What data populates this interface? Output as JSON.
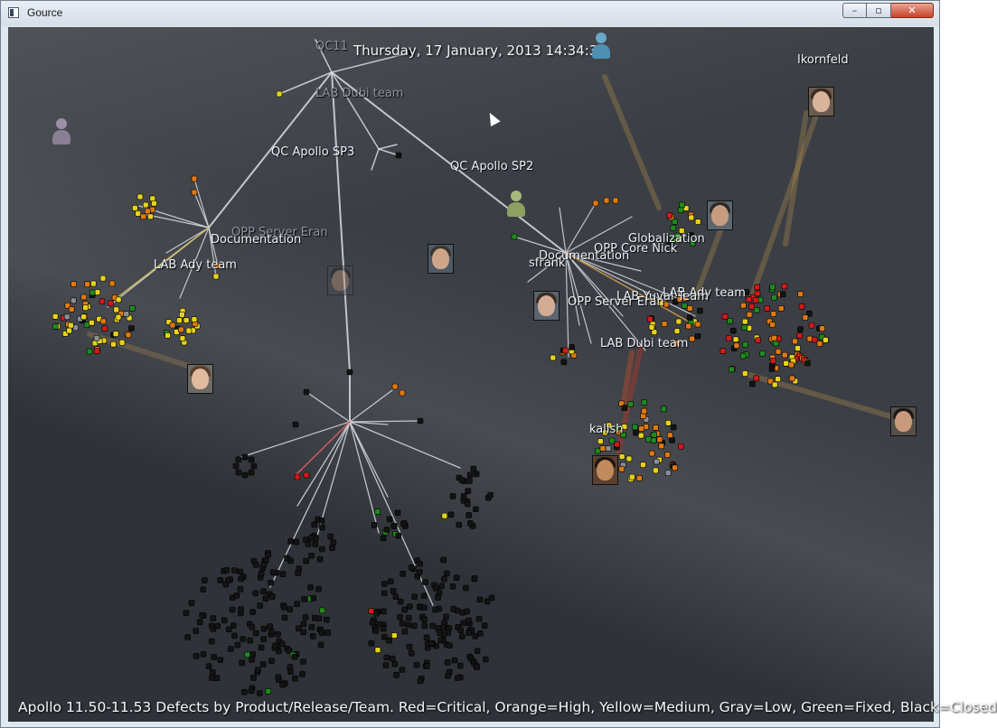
{
  "window": {
    "title": "Gource",
    "controls": {
      "minimize": "–",
      "maximize": "▫",
      "close": "✕"
    }
  },
  "hud": {
    "datetime": "Thursday, 17 January, 2013 14:34:30",
    "caption": "Apollo 11.50-11.53 Defects by Product/Release/Team. Red=Critical, Orange=High, Yellow=Medium, Gray=Low, Green=Fixed, Black=Closed"
  },
  "colors": {
    "critical": "#d11a1a",
    "high": "#e07812",
    "medium": "#e6d21a",
    "low": "#8a8f96",
    "fixed": "#1e8a1e",
    "closed": "#141414",
    "edge": "#d9dce0"
  },
  "labels": {
    "qc_apollo_sp3": "QC Apollo SP3",
    "qc_apollo_sp2": "QC Apollo SP2",
    "documentation_left": "Documentation",
    "lab_ady_team_left": "LAB Ady team",
    "opp_server_eran_left": "OPP Server Eran",
    "documentation_right": "Documentation",
    "opp_core_nick": "OPP Core Nick",
    "globalization": "Globalization",
    "opp_server_eran_right": "OPP Server Eran",
    "lab_yuval_team": "LAB Yuval Team",
    "lab_ady_team_right": "LAB Ady team",
    "lab_dubi_team": "LAB Dubi team",
    "lab_dubi_team_top": "LAB Dubi team",
    "qc11_top": "QC11",
    "sfrank": "sfrank",
    "kalish": "kalish",
    "ikornfeld": "Ikornfeld"
  },
  "icons": {
    "cursor": "mouse-pointer-icon",
    "avatar": "user-avatar-icon",
    "person": "person-silhouette-icon"
  }
}
